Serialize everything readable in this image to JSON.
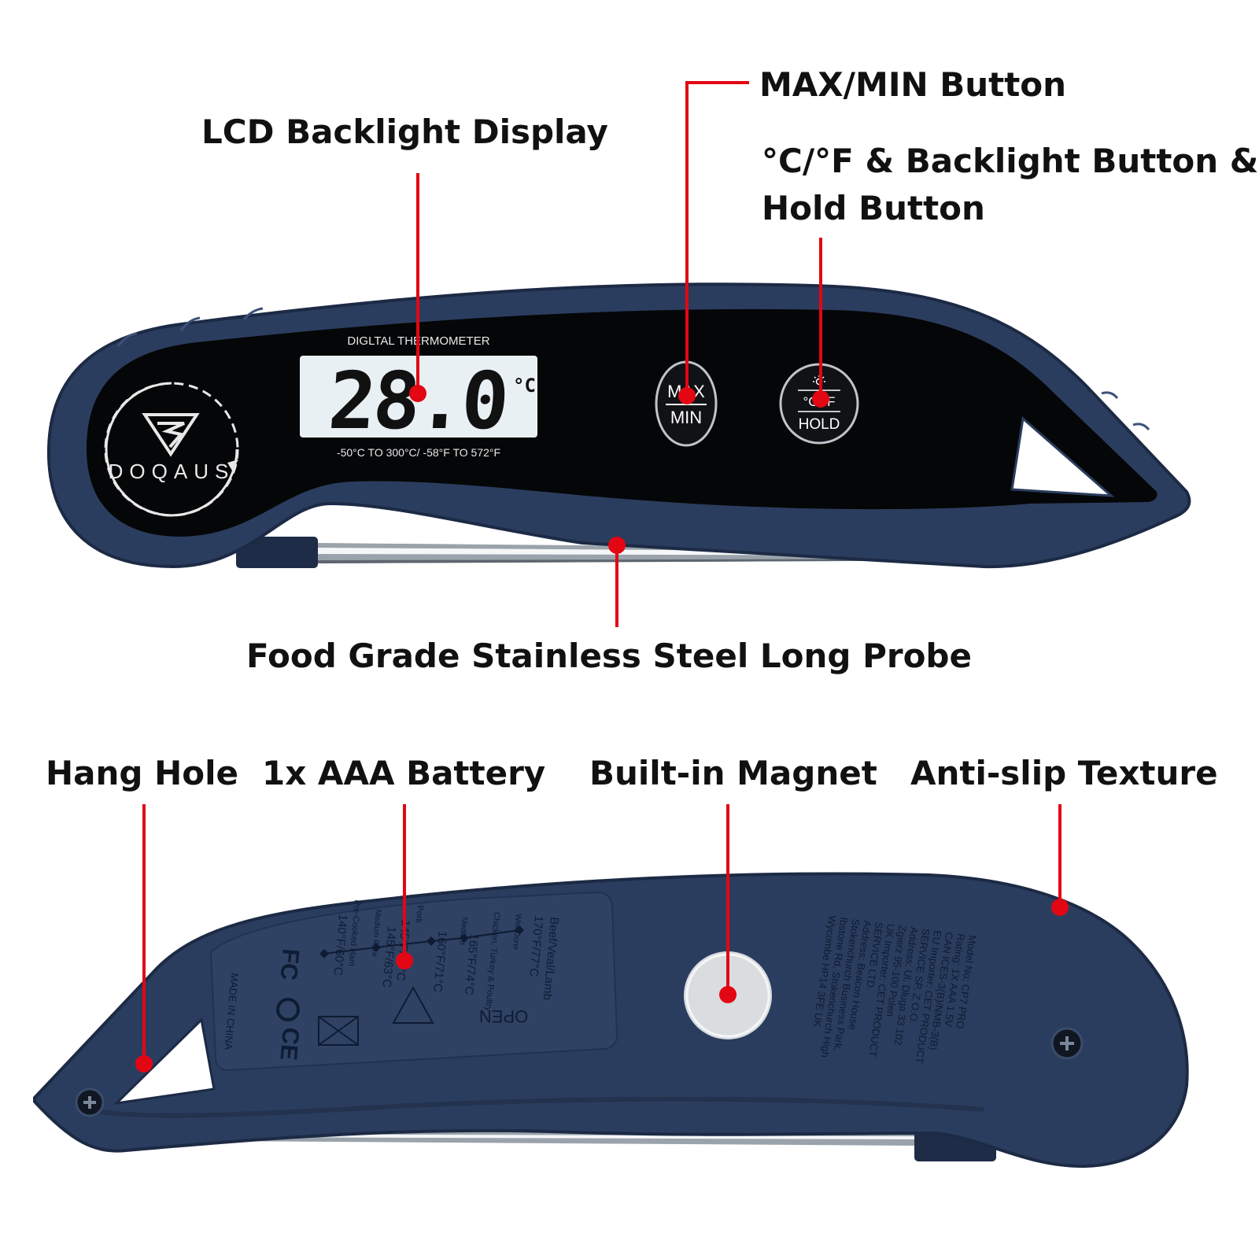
{
  "colors": {
    "body_navy": "#2b3d5e",
    "body_edge": "#1c2a45",
    "face_black": "#050608",
    "callout_red": "#e30613",
    "lcd_screen": "#e9f0f4",
    "magnet_silver": "#d9dde0"
  },
  "callouts": {
    "lcd_display": "LCD Backlight Display",
    "max_min_button": "MAX/MIN Button",
    "cf_button_line1": "°C/°F & Backlight Button &",
    "cf_button_line2": "Hold Button",
    "probe": "Food Grade Stainless Steel Long Probe",
    "hang_hole": "Hang Hole",
    "battery": "1x AAA Battery",
    "magnet": "Built-in Magnet",
    "anti_slip": "Anti-slip Texture"
  },
  "front": {
    "header_text": "DIGLTAL THERMOMETER",
    "reading": "28.0",
    "unit": "°C",
    "range_text": "-50°C TO 300°C/ -58°F TO 572°F",
    "brand": "DOQAUS",
    "max_label": "MAX",
    "min_label": "MIN",
    "cf_label": "°C/°F",
    "hold_label": "HOLD",
    "sun_icon": "backlight-sun-icon",
    "logo_icon": "doqaus-triangle-logo-icon"
  },
  "back": {
    "doneness": [
      {
        "level": "Well Done",
        "meat": "Beef/Veal/Lamb",
        "temp": "170°F/77°C"
      },
      {
        "level": "Medium",
        "meat": "",
        "temp": "160°F/71°C"
      },
      {
        "level": "Medium Rare",
        "meat": "",
        "temp": "145°F/63°C"
      },
      {
        "level": "",
        "meat": "Chicken, Turkey & Poultry",
        "temp": "165°F/74°C"
      },
      {
        "level": "",
        "meat": "Pork",
        "temp": "145°F/63°C"
      },
      {
        "level": "",
        "meat": "Pre-Cooked Ham",
        "temp": "140°F/60°C"
      }
    ],
    "open_label": "OPEN",
    "made_in": "MADE IN CHINA",
    "cert_fc": "FC",
    "cert_ce": "CE",
    "info_lines": [
      "Model No: CP7 PRO",
      "Rating: 1X AAA   1.5V",
      "CAN ICES-3(B)/NMB-3(B)",
      "EU Importer: CET PRODUCT",
      "SERVICE SP. Z O.O.",
      "Address: Ul. Dluga 33 102",
      "Zgierz 95-100 Polen",
      "UK Importer: CET PRODUCT",
      "SERVICE LTD.",
      "Address: Beacon House",
      "Stokenchurch Business Park,",
      "Ibstone Rd, Stokenchurch High",
      "Wycombe HP14 3FE UK"
    ]
  }
}
